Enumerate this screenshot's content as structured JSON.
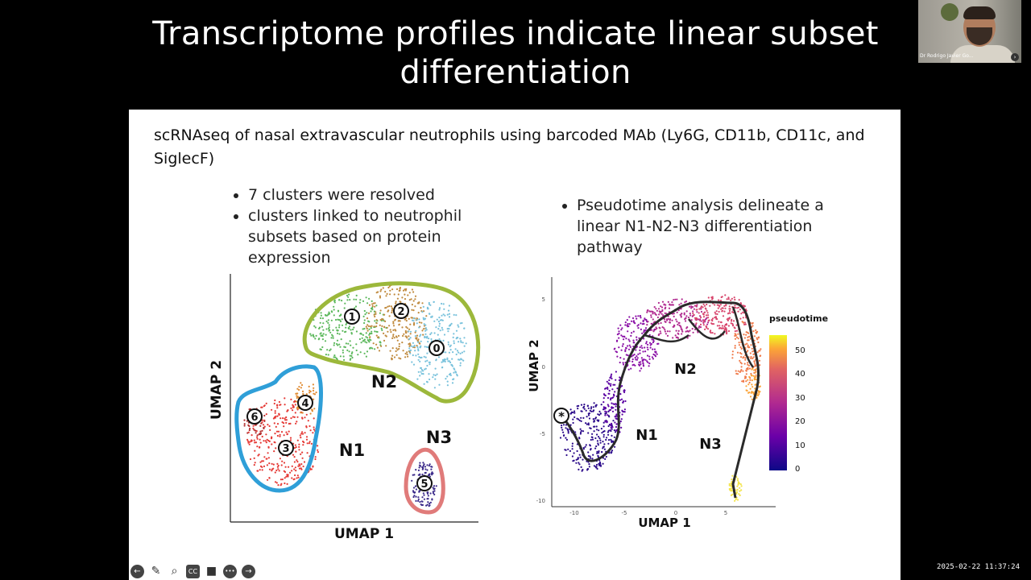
{
  "title": "Transcriptome profiles indicate linear subset differentiation",
  "subtitle": "scRNAseq of nasal extravascular neutrophils using barcoded MAb (Ly6G, CD11b, CD11c, and SiglecF)",
  "left_bullets": [
    "7 clusters were resolved",
    "clusters linked to neutrophil subsets based on protein expression"
  ],
  "right_bullets": [
    "Pseudotime analysis delineate a linear N1-N2-N3 differentiation pathway"
  ],
  "umap_left": {
    "xlabel": "UMAP 1",
    "ylabel": "UMAP 2",
    "groups": [
      "N1",
      "N2",
      "N3"
    ],
    "clusters": [
      "0",
      "1",
      "2",
      "3",
      "4",
      "5",
      "6"
    ]
  },
  "umap_right": {
    "xlabel": "UMAP 1",
    "ylabel": "UMAP 2",
    "legend_title": "pseudotime",
    "legend_ticks": [
      "50",
      "40",
      "30",
      "20",
      "10",
      "0"
    ],
    "x_ticks": [
      "-10",
      "-5",
      "0",
      "5"
    ],
    "y_ticks": [
      "5",
      "0",
      "-5",
      "-10"
    ],
    "groups": [
      "N1",
      "N2",
      "N3"
    ],
    "root_marker": "*"
  },
  "video": {
    "participant_name": "Dr Rodrigo Javier Go..."
  },
  "toolbar": {
    "back_icon": "←",
    "pen_icon": "✎",
    "zoom_icon": "⌕",
    "cc_label": "CC",
    "camera_icon": "■",
    "more_icon": "•••",
    "forward_icon": "→"
  },
  "timestamp": "2025-02-22  11:37:24"
}
